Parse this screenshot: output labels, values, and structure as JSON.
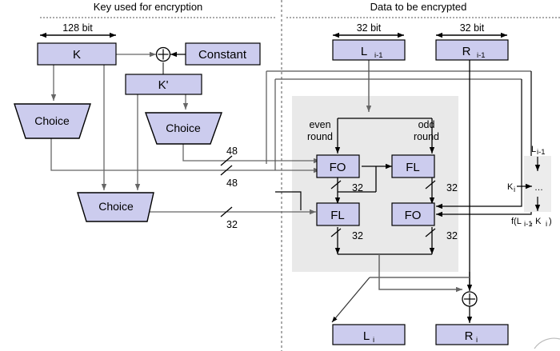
{
  "headers": {
    "left": "Key used for encryption",
    "right": "Data to be encrypted"
  },
  "widths": {
    "key": "128 bit",
    "left_data": "32 bit",
    "right_data": "32 bit"
  },
  "key_side": {
    "k_box": "K",
    "constant_box": "Constant",
    "kprime_box": "K'",
    "choice1": "Choice",
    "choice2": "Choice",
    "choice3": "Choice",
    "xor": "⊕"
  },
  "data_side": {
    "left_input": "L",
    "left_input_sub": "i-1",
    "right_input": "R",
    "right_input_sub": "i-1",
    "left_output": "L",
    "left_output_sub": "i",
    "right_output": "R",
    "right_output_sub": "i",
    "xor": "⊕"
  },
  "round_labels": {
    "even_line1": "even",
    "even_line2": "round",
    "odd_line1": "odd",
    "odd_line2": "round"
  },
  "function_blocks": {
    "fo_even": "FO",
    "fl_odd": "FL",
    "fl_even": "FL",
    "fo_odd": "FO"
  },
  "bus_labels": {
    "k48_top": "48",
    "k48_bottom": "48",
    "k32": "32",
    "fo_even_out": "32",
    "fl_odd_out": "32",
    "fl_even_out": "32",
    "fo_odd_out": "32"
  },
  "legend": {
    "input": "L",
    "input_sub": "i-1",
    "key": "K",
    "key_sub": "i",
    "body": "…",
    "output_prefix": "f(L",
    "output_sub1": "i-1",
    "output_mid": ", K",
    "output_sub2": "i",
    "output_suffix": ")"
  },
  "colors": {
    "box_fill": "#ccccee",
    "box_stroke": "#000000",
    "panel_fill": "#e9e9e9",
    "wire_dark": "#000000",
    "wire_gray": "#666666",
    "divider": "#555555"
  }
}
